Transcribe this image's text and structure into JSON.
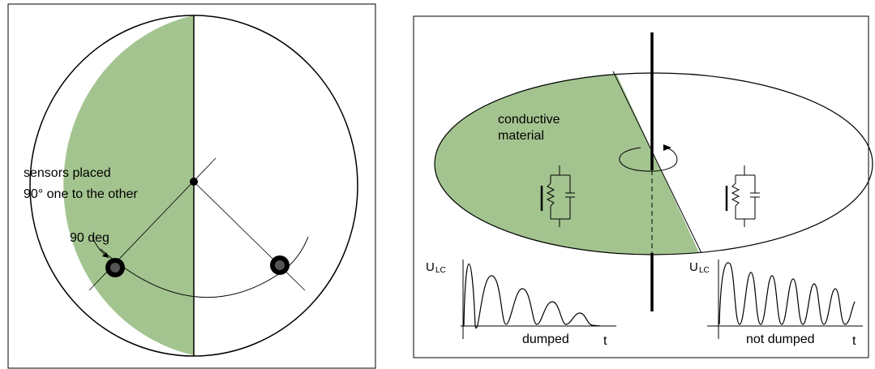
{
  "colors": {
    "conductive_fill": "#a3c48f",
    "stroke": "#000000",
    "background": "#ffffff"
  },
  "left_panel": {
    "label_sensors_line1": "sensors placed",
    "label_sensors_line2": "90° one to the other",
    "label_angle": "90 deg"
  },
  "right_panel": {
    "label_conductive_line1": "conductive",
    "label_conductive_line2": "material",
    "graph_left": {
      "y_label_main": "U",
      "y_label_sub": "LC",
      "x_caption": "dumped",
      "x_axis_label": "t"
    },
    "graph_right": {
      "y_label_main": "U",
      "y_label_sub": "LC",
      "x_caption": "not dumped",
      "x_axis_label": "t"
    }
  }
}
